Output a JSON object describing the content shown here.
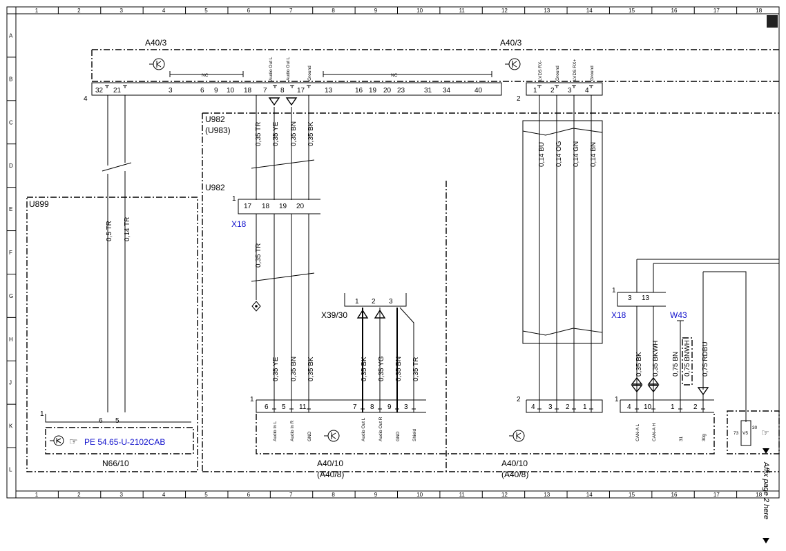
{
  "grid": {
    "columns": [
      "1",
      "2",
      "3",
      "4",
      "5",
      "6",
      "7",
      "8",
      "9",
      "10",
      "11",
      "12",
      "13",
      "14",
      "15",
      "16",
      "17",
      "18"
    ],
    "rows": [
      "A",
      "B",
      "C",
      "D",
      "E",
      "F",
      "G",
      "H",
      "J",
      "K",
      "L"
    ]
  },
  "components": {
    "a40_3_left": "A40/3",
    "a40_3_right": "A40/3",
    "u899": "U899",
    "u982_upper": "U982",
    "u983_upper": "(U983)",
    "u982_lower": "U982",
    "n66_10": "N66/10",
    "a40_10_left": "A40/10",
    "a40_8_left": "(A40/8)",
    "a40_10_right": "A40/10",
    "a40_8_right": "(A40/8)",
    "x39_30": "X39/30"
  },
  "connectors": {
    "x18_left": "X18",
    "x18_right": "X18",
    "w43": "W43"
  },
  "reference": "PE 54.65-U-2102CAB",
  "side_note": "Affix page 2 here",
  "nc_label": "NC",
  "a40_3_left_pins": [
    "32",
    "21",
    "3",
    "6",
    "9",
    "10",
    "18",
    "7",
    "8",
    "17",
    "13",
    "16",
    "19",
    "20",
    "23",
    "31",
    "34",
    "40"
  ],
  "a40_3_left_conn_no": "4",
  "a40_3_pin_labels": {
    "audio_out_l_1": "Audio Out L",
    "audio_out_l_2": "Audio Out L",
    "ground": "Ground"
  },
  "a40_3_right_pins": [
    "1",
    "2",
    "3",
    "4"
  ],
  "a40_3_right_conn_no": "2",
  "a40_3_right_labels": [
    "LVDS RX-",
    "Ground",
    "LVDS RX+",
    "Ground"
  ],
  "upper_wires": [
    "0,35 TR",
    "0,35 YE",
    "0,35 BN",
    "0,35 BK"
  ],
  "u899_wires": [
    "0,5 TR",
    "0,14 TR"
  ],
  "lvds_wires": [
    "0,14 BU",
    "0,14 OG",
    "0,14 GN",
    "0,14 BN"
  ],
  "x18_left_pins": [
    "17",
    "18",
    "19",
    "20"
  ],
  "x18_left_conn_no": "1",
  "x18_tr_wire": "0,35 TR",
  "x39_pins": [
    "1",
    "2",
    "3"
  ],
  "lower_wires": [
    "0,35 YE",
    "0,35 BN",
    "0,35 BK",
    "0,35 BK",
    "0,35 YG",
    "0,35 BN",
    "0,35 TR"
  ],
  "a40_10_left_pins": [
    "6",
    "5",
    "11",
    "7",
    "8",
    "9",
    "3"
  ],
  "a40_10_left_conn_no": "1",
  "a40_10_left_labels": [
    "Audio In L",
    "Audio In R",
    "GND",
    "Audio Out L",
    "Audio Out R",
    "GND",
    "Shield"
  ],
  "a40_10_right_pins": [
    "4",
    "3",
    "2",
    "1"
  ],
  "a40_10_right_conn_no": "2",
  "n66_pins": [
    "6",
    "5"
  ],
  "n66_conn_no": "1",
  "x18_right_pins": [
    "3",
    "13"
  ],
  "x18_right_conn_no": "1",
  "can_wires": [
    "0,35 BK",
    "0,35 BKWH",
    "0,75 BN",
    "0,75 BNWH",
    "0,75 RDBU"
  ],
  "a40_10_can_pins": [
    "4",
    "10",
    "1",
    "2"
  ],
  "a40_10_can_conn_no": "1",
  "a40_10_can_labels": [
    "CAN-A L",
    "CAN-A H",
    "31",
    "30g"
  ],
  "relay_pins": [
    "73",
    "30"
  ],
  "relay_label": "V5"
}
